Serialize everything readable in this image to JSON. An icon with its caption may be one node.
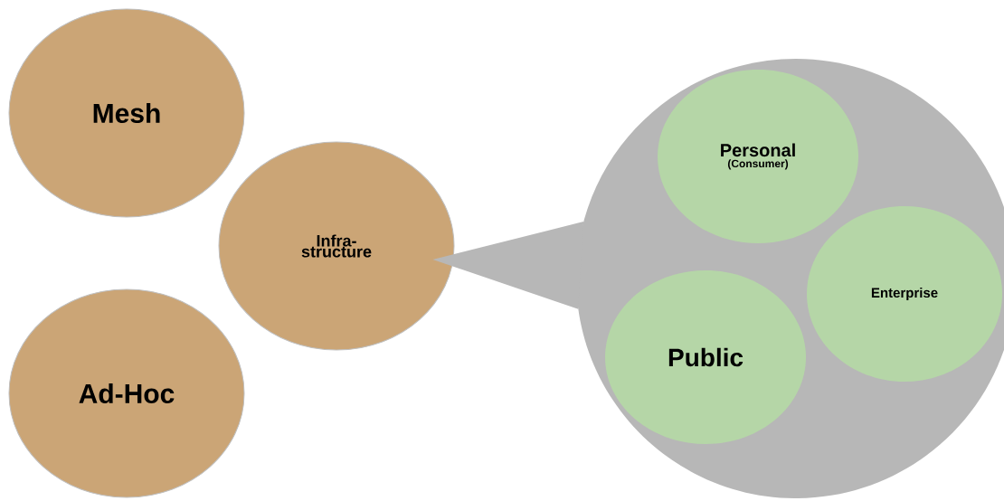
{
  "diagram": {
    "nodes": [
      {
        "text": [
          "Mesh"
        ]
      },
      {
        "text": [
          "Infra- structure"
        ]
      },
      {
        "text": [
          "Ad-Hoc"
        ]
      },
      {
        "text": [],
        "shape": "circle"
      },
      {
        "text": [
          "Personal",
          "(Consumer)"
        ],
        "in": 3
      },
      {
        "text": [
          "Enterprise"
        ],
        "in": 3
      },
      {
        "text": [
          "Public"
        ],
        "in": 3
      }
    ],
    "edges": [
      {
        "from": 3,
        "to": 1,
        "arrow": "to"
      }
    ]
  }
}
